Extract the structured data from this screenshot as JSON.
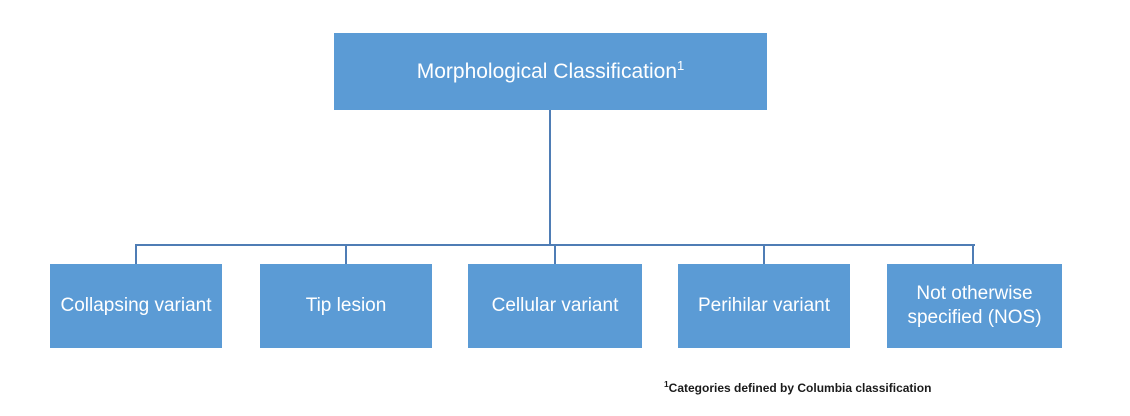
{
  "diagram": {
    "root": {
      "label": "Morphological Classification",
      "superscript": "1"
    },
    "children": [
      {
        "label": "Collapsing variant"
      },
      {
        "label": "Tip lesion"
      },
      {
        "label": "Cellular variant"
      },
      {
        "label": "Perihilar variant"
      },
      {
        "label": "Not otherwise specified (NOS)"
      }
    ]
  },
  "footnote": {
    "superscript": "1",
    "text": "Categories defined by Columbia classification"
  },
  "colors": {
    "node_fill": "#5b9bd5",
    "node_text": "#ffffff",
    "connector": "#4f7db5",
    "footnote_text": "#1a1a1a",
    "background": "#ffffff"
  }
}
